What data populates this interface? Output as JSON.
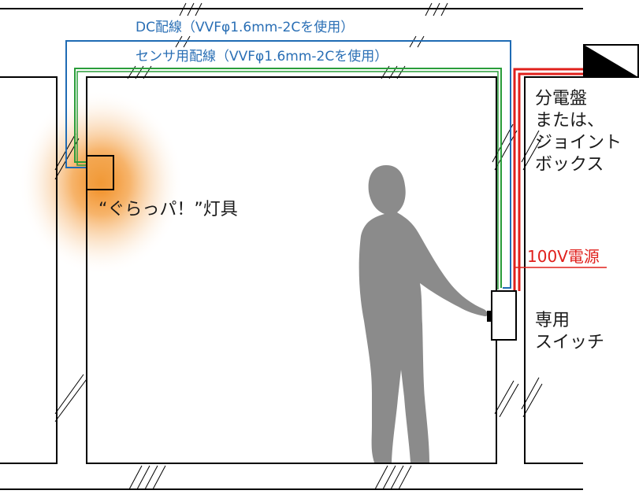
{
  "labels": {
    "dc_wiring": "DC配線（VVFφ1.6mm-2Cを使用）",
    "sensor_wiring": "センサ用配線（VVFφ1.6mm-2Cを使用）",
    "fixture": "“ぐらっパ！”灯具",
    "panel_line1": "分電盤",
    "panel_line2": "または、",
    "panel_line3": "ジョイント",
    "panel_line4": "ボックス",
    "power": "100V電源",
    "switch_line1": "専用",
    "switch_line2": "スイッチ"
  },
  "colors": {
    "dc_wire": "#1f6bb4",
    "sensor_wire": "#2a9d3a",
    "power_wire": "#e0201c",
    "wall": "#000000",
    "person": "#8a8a8a",
    "glow": "#f08a1c"
  }
}
